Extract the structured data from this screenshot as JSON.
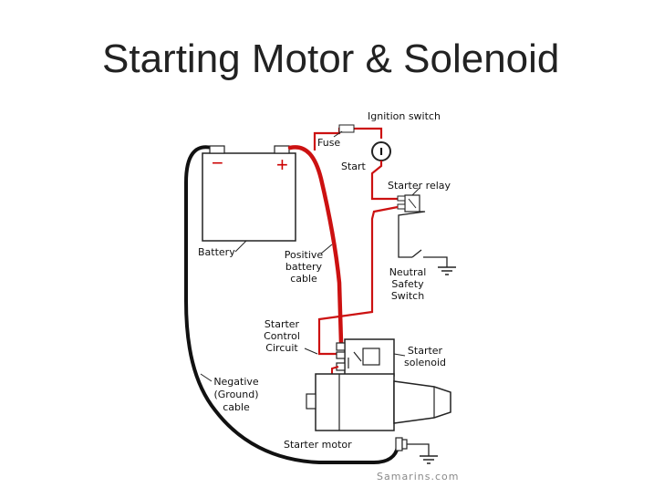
{
  "title": "Starting Motor & Solenoid",
  "labels": {
    "ignition_switch": "Ignition switch",
    "fuse": "Fuse",
    "start": "Start",
    "starter_relay": "Starter relay",
    "battery": "Battery",
    "negative_terminal": "−",
    "positive_terminal": "+",
    "positive_cable": [
      "Positive",
      "battery",
      "cable"
    ],
    "neutral_safety_switch": [
      "Neutral",
      "Safety",
      "Switch"
    ],
    "starter_control_circuit": [
      "Starter",
      "Control",
      "Circuit"
    ],
    "starter_solenoid": [
      "Starter",
      "solenoid"
    ],
    "negative_cable": [
      "Negative",
      "(Ground)",
      "cable"
    ],
    "starter_motor": "Starter motor",
    "ignition_symbol": "I"
  },
  "watermark": "Samarins.com",
  "colors": {
    "positive_wire": "#cc1111",
    "negative_wire": "#111111",
    "outline": "#222222"
  }
}
